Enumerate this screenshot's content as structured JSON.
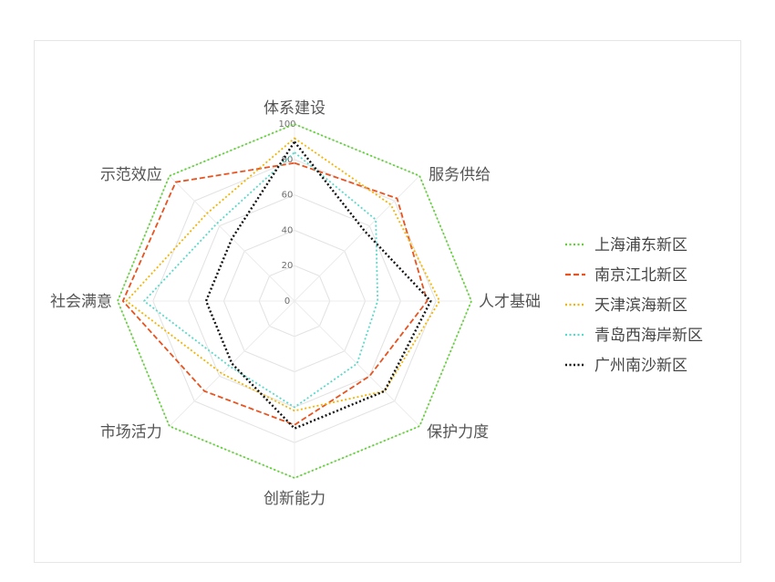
{
  "chart_data": {
    "type": "radar",
    "indicators": [
      "体系建设",
      "服务供给",
      "人才基础",
      "保护力度",
      "创新能力",
      "市场活力",
      "社会满意",
      "示范效应"
    ],
    "radial_ticks": [
      "0",
      "20",
      "40",
      "60",
      "80",
      "100"
    ],
    "rlim": [
      0,
      100
    ],
    "grid": true,
    "legend_position": "right",
    "series": [
      {
        "name": "上海浦东新区",
        "color": "#5bd22e",
        "dash": "dotted",
        "values": [
          100,
          100,
          100,
          100,
          100,
          100,
          100,
          100
        ]
      },
      {
        "name": "南京江北新区",
        "color": "#e8531f",
        "dash": "dashed",
        "values": [
          78,
          82,
          75,
          60,
          70,
          72,
          97,
          95
        ]
      },
      {
        "name": "天津滨海新区",
        "color": "#f4b400",
        "dash": "dotted",
        "values": [
          92,
          77,
          82,
          72,
          62,
          58,
          95,
          70
        ]
      },
      {
        "name": "青岛西海岸新区",
        "color": "#59d9c9",
        "dash": "dotted",
        "values": [
          84,
          65,
          47,
          50,
          60,
          52,
          85,
          62
        ]
      },
      {
        "name": "广州南沙新区",
        "color": "#111111",
        "dash": "dotted",
        "values": [
          90,
          56,
          77,
          72,
          72,
          50,
          50,
          50
        ]
      }
    ]
  }
}
